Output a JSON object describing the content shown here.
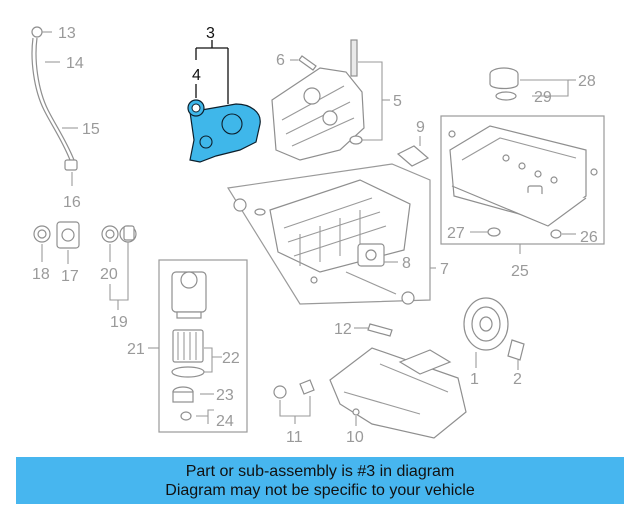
{
  "diagram": {
    "callouts": {
      "c1": "1",
      "c2": "2",
      "c3": "3",
      "c4": "4",
      "c5": "5",
      "c6": "6",
      "c7": "7",
      "c8": "8",
      "c9": "9",
      "c10": "10",
      "c11": "11",
      "c12": "12",
      "c13": "13",
      "c14": "14",
      "c15": "15",
      "c16": "16",
      "c17": "17",
      "c18": "18",
      "c19": "19",
      "c20": "20",
      "c21": "21",
      "c22": "22",
      "c23": "23",
      "c24": "24",
      "c25": "25",
      "c26": "26",
      "c27": "27",
      "c28": "28",
      "c29": "29"
    },
    "highlighted_part": "3",
    "highlight_color": "#3fb7ea"
  },
  "banner": {
    "line1": "Part or sub-assembly is #3 in diagram",
    "line2": "Diagram may not be specific to your vehicle",
    "color": "#47b6ef"
  }
}
